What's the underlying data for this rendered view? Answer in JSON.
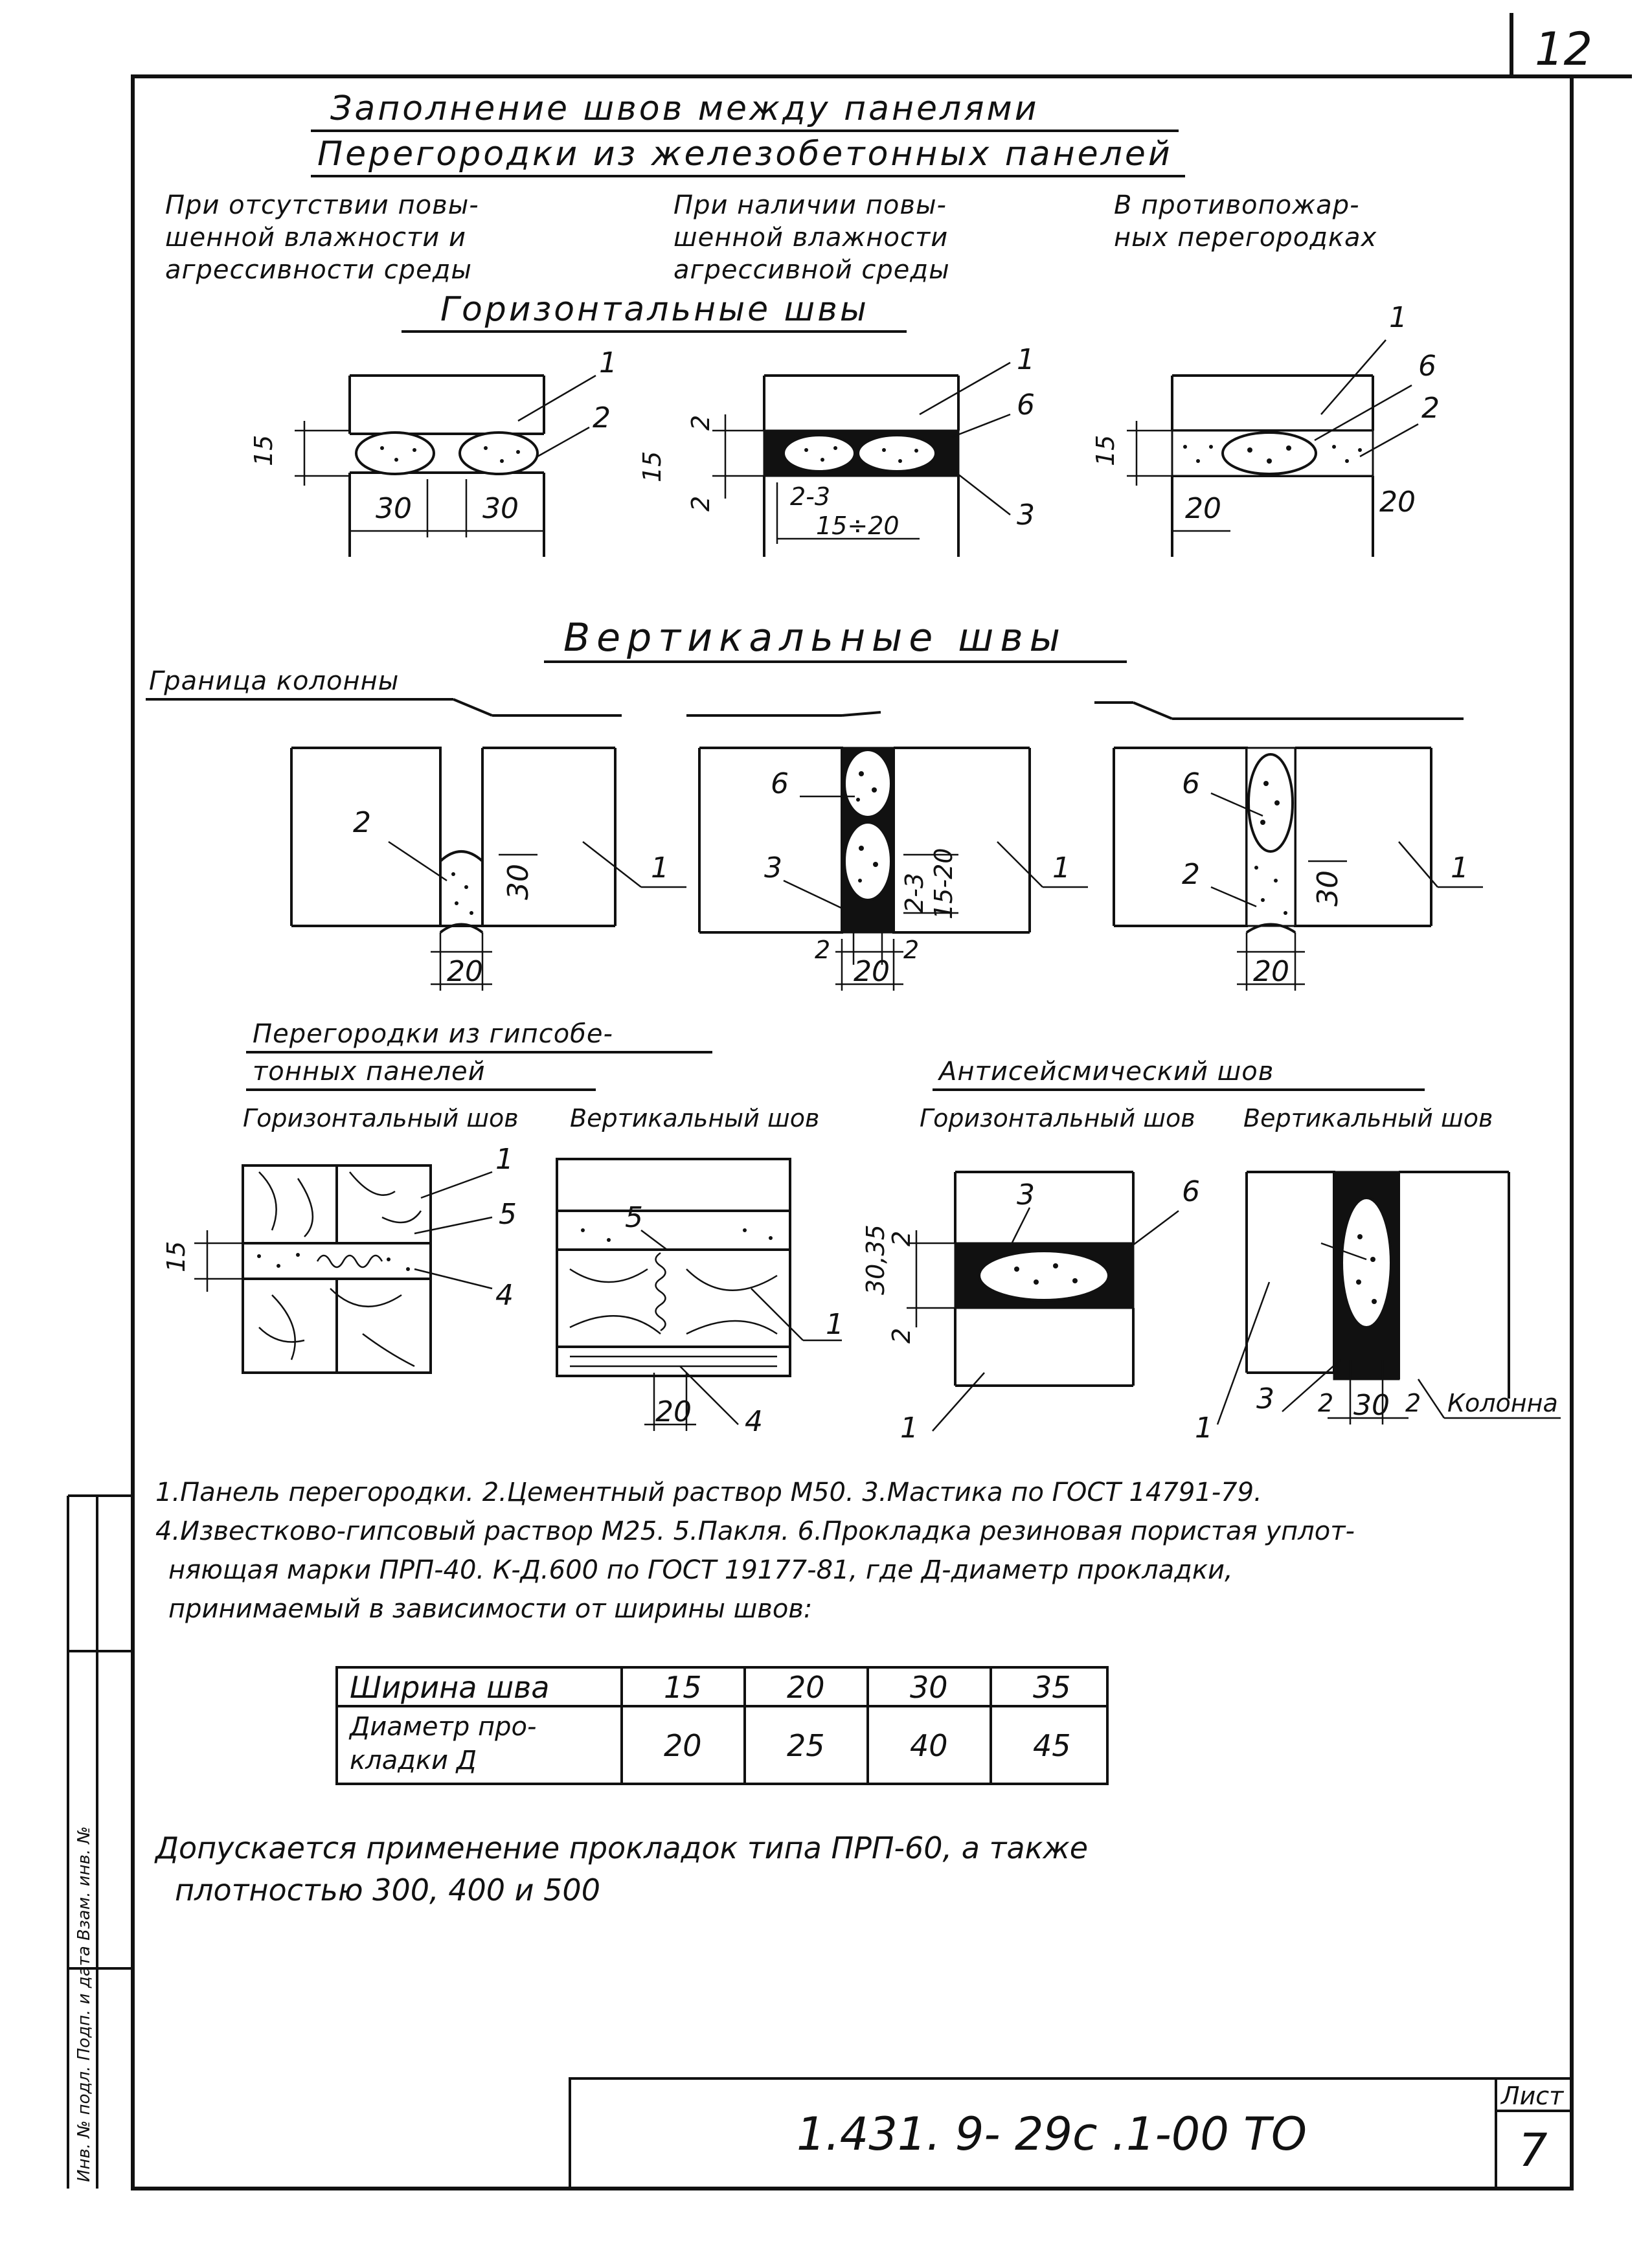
{
  "sheet": {
    "page_number": "12",
    "title_line1": "Заполнение швов между панелями",
    "title_line2": "Перегородки из железобетонных панелей"
  },
  "columns": {
    "col1": [
      "При отсутствии повы-",
      "шенной влажности и",
      "агрессивности среды"
    ],
    "col2": [
      "При наличии повы-",
      "шенной влажности",
      "агрессивной среды"
    ],
    "col3": [
      "В противопожар-",
      "ных перегородках"
    ]
  },
  "sections": {
    "horizontal": "Горизонтальные швы",
    "vertical": "Вертикальные швы",
    "column_boundary": "Граница колонны",
    "gypsum_title_line1": "Перегородки из гипсобе-",
    "gypsum_title_line2": "тонных панелей",
    "seismic_title": "Антисейсмический шов",
    "horizontal_seam": "Горизонтальный шов",
    "vertical_seam": "Вертикальный шов",
    "column_label": "Колонна"
  },
  "dims": {
    "d15": "15",
    "d30": "30",
    "d20": "20",
    "d2": "2",
    "d2_3": "2-3",
    "d15_20a": "15÷20",
    "d15_20b": "15-20",
    "d30_35": "30,35"
  },
  "callouts": {
    "c1": "1",
    "c2": "2",
    "c3": "3",
    "c4": "4",
    "c5": "5",
    "c6": "6"
  },
  "legend": [
    "1.Панель перегородки. 2.Цементный раствор М50. 3.Мастика по ГОСТ 14791-79.",
    "4.Известково-гипсовый раствор М25. 5.Пакля. 6.Прокладка резиновая пористая уплот-",
    "няющая марки ПРП-40. К-Д.600 по ГОСТ 19177-81, где Д-диаметр прокладки,",
    "принимаемый в зависимости от ширины швов:"
  ],
  "table": {
    "row1_label": "Ширина шва",
    "row2_label_line1": "Диаметр про-",
    "row2_label_line2": "кладки Д",
    "widths": [
      "15",
      "20",
      "30",
      "35"
    ],
    "diameters": [
      "20",
      "25",
      "40",
      "45"
    ]
  },
  "note": [
    "Допускается применение прокладок типа ПРП-60, а также",
    "плотностью 300, 400 и 500"
  ],
  "stamp": {
    "code": "1.431. 9- 29с .1-00 ТО",
    "sheet_label": "Лист",
    "sheet_number": "7"
  },
  "side_strip": "Инв. № подл.  Подп. и дата  Взам. инв. №"
}
